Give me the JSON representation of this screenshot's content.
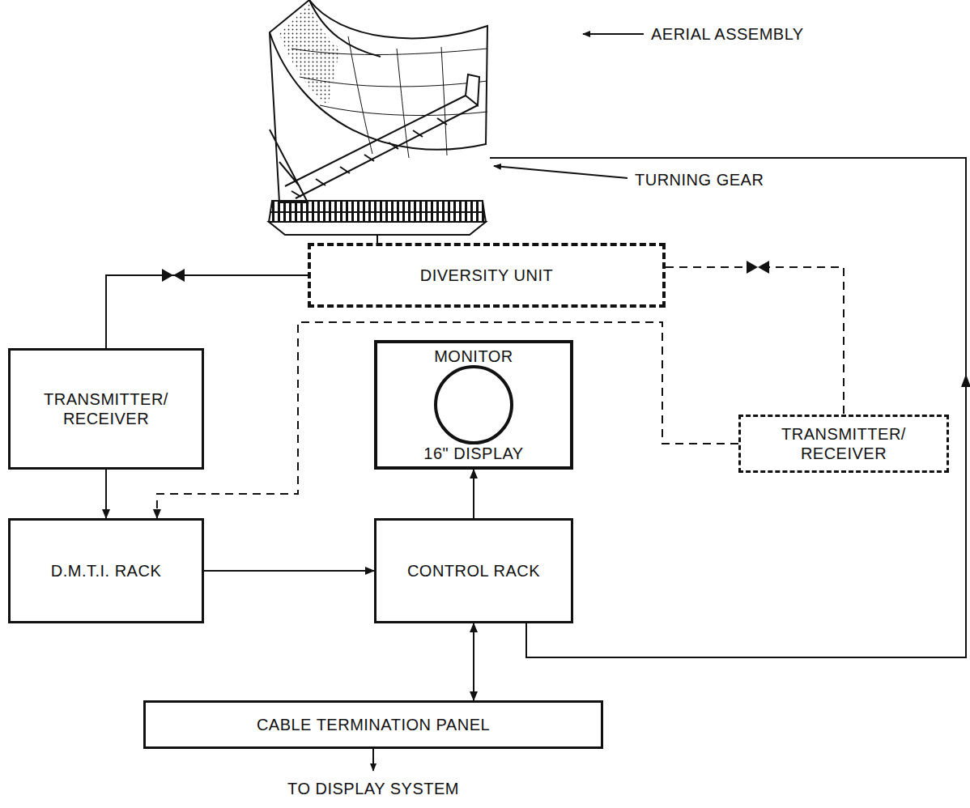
{
  "diagram": {
    "nodes": [
      {
        "text": [
          "DIVERSITY UNIT"
        ]
      },
      {
        "text": [
          "TRANSMITTER/ RECEIVER"
        ]
      },
      {
        "text": [
          "MONITOR",
          "16\" DISPLAY"
        ]
      },
      {
        "text": [
          "TRANSMITTER/ RECEIVER"
        ]
      },
      {
        "text": [
          "D.M.T.I. RACK"
        ]
      },
      {
        "text": [
          "CONTROL RACK"
        ]
      },
      {
        "text": [
          "CABLE TERMINATION PANEL"
        ]
      }
    ],
    "edges": [
      {
        "from": 1,
        "to": 0,
        "arrow": "none"
      },
      {
        "from": 0,
        "to": 3,
        "arrow": "none"
      },
      {
        "from": 1,
        "to": 4,
        "arrow": "to"
      },
      {
        "from": 3,
        "to": 4,
        "arrow": "to"
      },
      {
        "from": 4,
        "to": 5,
        "arrow": "to"
      },
      {
        "from": 5,
        "to": 2,
        "arrow": "to"
      },
      {
        "from": 5,
        "to": 6,
        "arrow": "both"
      }
    ],
    "labels": [
      "AERIAL ASSEMBLY",
      "TURNING GEAR",
      "TO DISPLAY SYSTEM"
    ]
  }
}
